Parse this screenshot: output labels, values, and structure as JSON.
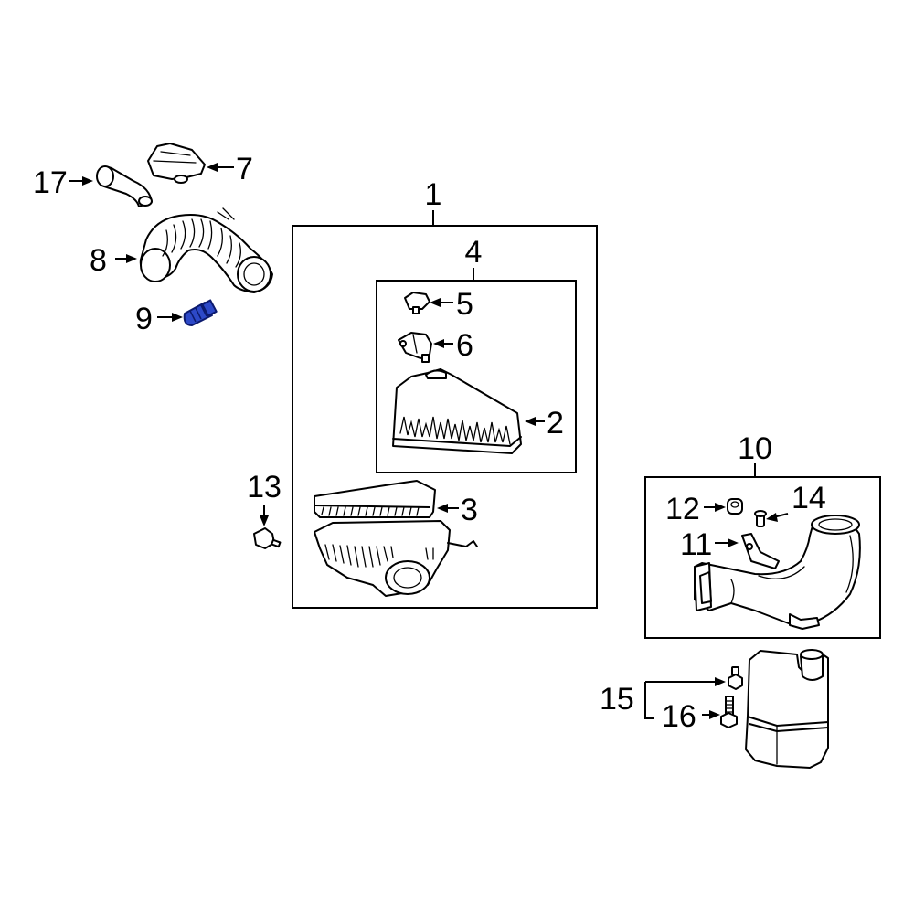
{
  "colors": {
    "highlight": "#2d49c8",
    "line": "#000000",
    "background": "#ffffff"
  },
  "callouts": {
    "c1": "1",
    "c2": "2",
    "c3": "3",
    "c4": "4",
    "c5": "5",
    "c6": "6",
    "c7": "7",
    "c8": "8",
    "c9": "9",
    "c10": "10",
    "c11": "11",
    "c12": "12",
    "c13": "13",
    "c14": "14",
    "c15": "15",
    "c16": "16",
    "c17": "17"
  }
}
